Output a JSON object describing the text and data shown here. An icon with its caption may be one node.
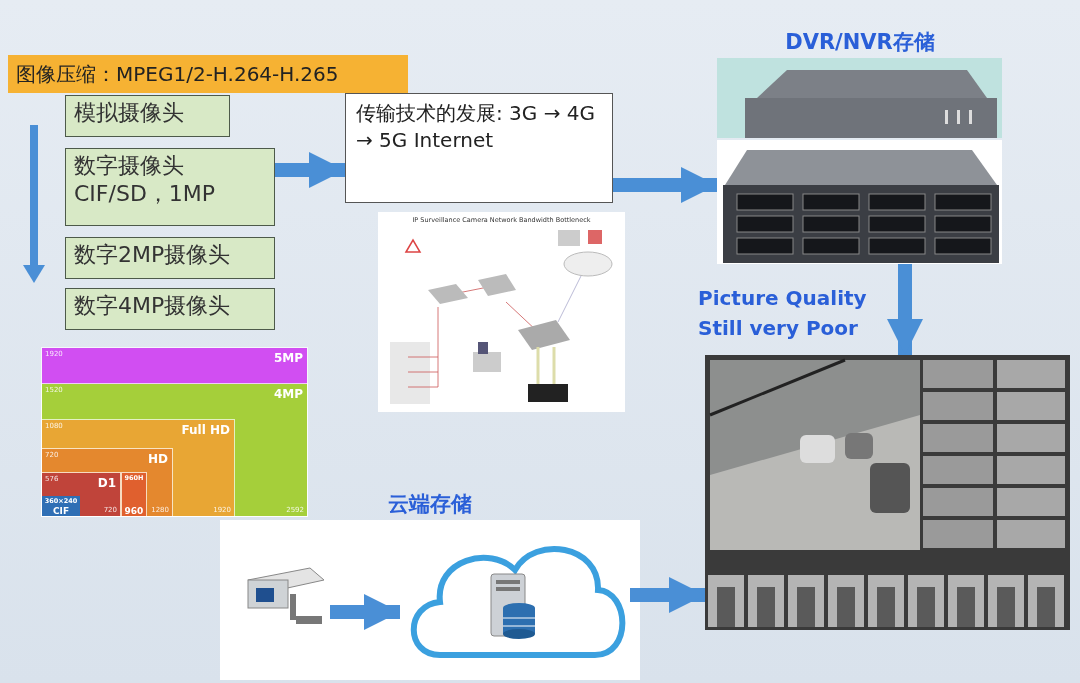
{
  "diagram": {
    "nodes": [
      {
        "text": [
          "图像压缩：MPEG1/2-H.264-H.265"
        ]
      },
      {
        "text": [
          "模拟摄像头"
        ]
      },
      {
        "text": [
          "数字摄像头 CIF/SD，1MP"
        ]
      },
      {
        "text": [
          "数字2MP摄像头"
        ]
      },
      {
        "text": [
          "数字4MP摄像头"
        ]
      },
      {
        "text": [
          "传输技术的发展: 3G → 4G → 5G Internet"
        ]
      },
      {
        "text": [
          "IP Surveillance Camera Network Bandwidth Bottleneck"
        ]
      },
      {
        "text": [
          "DVR/NVR存储"
        ]
      },
      {
        "text": [],
        "shape": "picture",
        "in": 7
      },
      {
        "text": [],
        "shape": "picture",
        "in": 7
      },
      {
        "text": [],
        "shape": "picture"
      },
      {
        "text": [
          "云端存储"
        ]
      },
      {
        "text": [],
        "shape": "picture",
        "in": 11
      },
      {
        "text": [],
        "shape": "cloud",
        "in": 11
      },
      {
        "text": [],
        "shape": "picture",
        "in": 13
      },
      {
        "text": [
          "1920",
          "5MP"
        ]
      },
      {
        "text": [
          "1520",
          "4MP",
          "2592"
        ],
        "in": 15
      },
      {
        "text": [
          "1080",
          "Full HD",
          "1920"
        ],
        "in": 16
      },
      {
        "text": [
          "720",
          "HD",
          "1280"
        ],
        "in": 17
      },
      {
        "text": [
          "576",
          "D1",
          "720"
        ],
        "in": 18
      },
      {
        "text": [
          "960H",
          "960"
        ],
        "in": 18
      },
      {
        "text": [
          "360×240",
          "CIF"
        ],
        "in": 19
      }
    ],
    "edges": [
      {
        "from": 2,
        "to": 5,
        "arrow": "to"
      },
      {
        "from": 5,
        "to": 9,
        "arrow": "to"
      },
      {
        "from": 9,
        "to": 10,
        "arrow": "to"
      },
      {
        "from": 12,
        "to": 13,
        "arrow": "to"
      },
      {
        "from": 13,
        "to": 10,
        "arrow": "to"
      }
    ],
    "labels": [
      "Picture Quality Still very Poor"
    ]
  }
}
